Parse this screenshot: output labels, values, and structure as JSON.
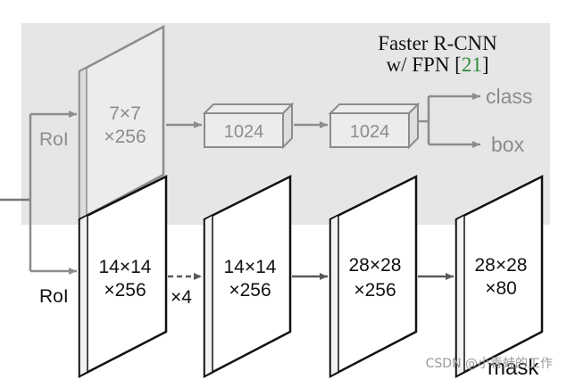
{
  "title": {
    "line1": "Faster R-CNN",
    "line2_prefix": "w/ FPN [",
    "line2_ref": "21",
    "line2_suffix": "]"
  },
  "head_top": {
    "roi_label": "RoI",
    "pool_line1": "7×7",
    "pool_line2": "×256",
    "fc1_label": "1024",
    "fc2_label": "1024",
    "class_label": "class",
    "box_label": "box"
  },
  "head_bottom": {
    "roi_label": "RoI",
    "fm1_line1": "14×14",
    "fm1_line2": "×256",
    "repeat_label": "×4",
    "fm2_line1": "14×14",
    "fm2_line2": "×256",
    "fm3_line1": "28×28",
    "fm3_line2": "×256",
    "fm4_line1": "28×28",
    "fm4_line2": "×80",
    "mask_label": "mask"
  },
  "colors": {
    "panel_bg": "#e6e6e6",
    "gray_stroke": "#8c8c8c",
    "black": "#111111",
    "ref_green": "#2e8b3a"
  },
  "watermark": "CSDN @小青蛙的工作"
}
